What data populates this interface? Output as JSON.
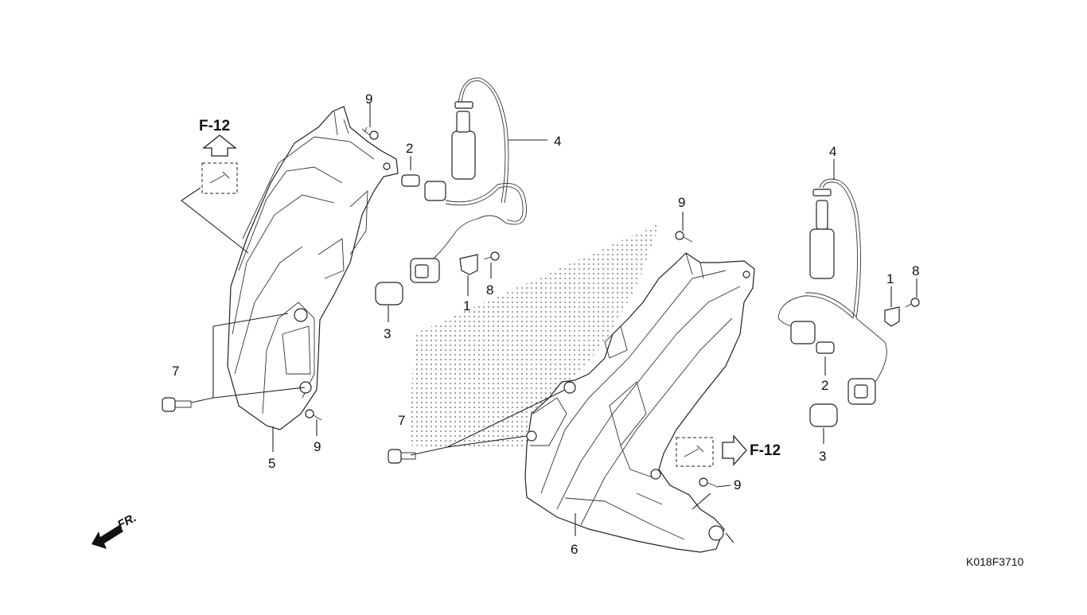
{
  "diagram": {
    "code": "K018F3710",
    "front_label": "FR.",
    "refs": {
      "f12_left": "F-12",
      "f12_right": "F-12"
    },
    "callouts": {
      "c9a": "9",
      "c2a": "2",
      "c4a": "4",
      "c8a": "8",
      "c1a": "1",
      "c3a": "3",
      "c7a": "7",
      "c9b": "9",
      "c5": "5",
      "c9c": "9",
      "c7b": "7",
      "c6": "6",
      "c9d": "9",
      "c4b": "4",
      "c1b": "1",
      "c8b": "8",
      "c2b": "2",
      "c3b": "3"
    }
  },
  "colors": {
    "line": "#222222",
    "dots": "#333333",
    "background": "#ffffff"
  }
}
